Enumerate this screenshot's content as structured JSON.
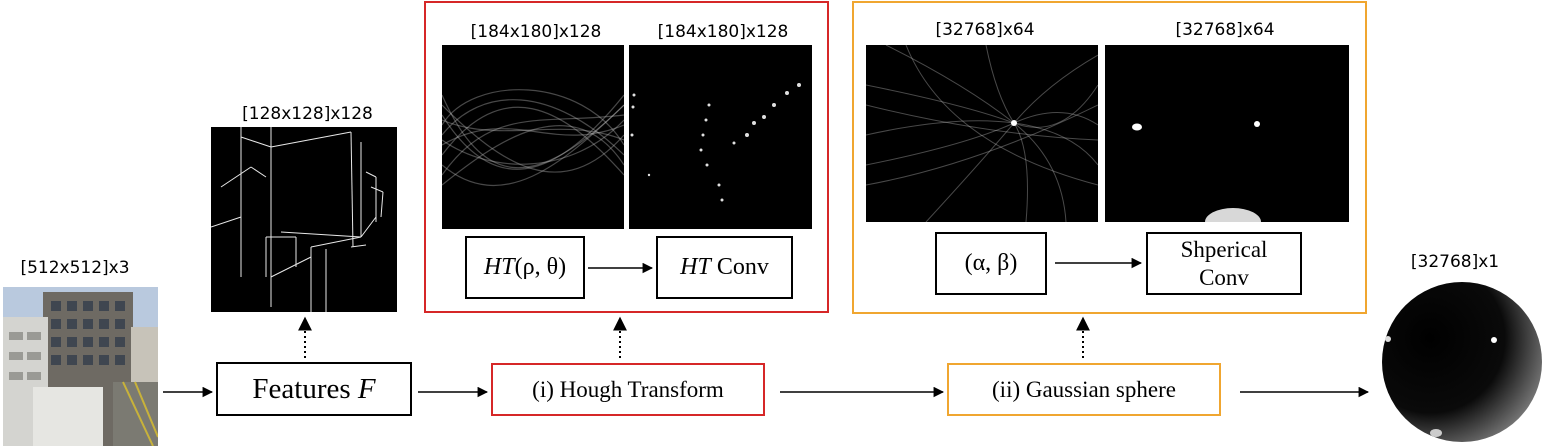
{
  "dims": {
    "input": "[512x512]x3",
    "features": "[128x128]x128",
    "ht_left": "[184x180]x128",
    "ht_right": "[184x180]x128",
    "gs_left": "[32768]x64",
    "gs_right": "[32768]x64",
    "output": "[32768]x1"
  },
  "pipeline": {
    "features_text": "Features ",
    "features_var": "F",
    "hough_label": "(i) Hough Transform",
    "gaussian_label": "(ii) Gaussian sphere"
  },
  "hough_panel": {
    "ht_text": "HT",
    "ht_args": "(ρ, θ)",
    "ht_conv_var": "HT",
    "ht_conv_text": " Conv"
  },
  "gaussian_panel": {
    "alpha_beta": "(α, β)",
    "spherical_line1": "Shperical",
    "spherical_line2": "Conv"
  },
  "colors": {
    "hough_border": "#d62728",
    "gaussian_border": "#f0a630",
    "box_border": "#000000"
  }
}
